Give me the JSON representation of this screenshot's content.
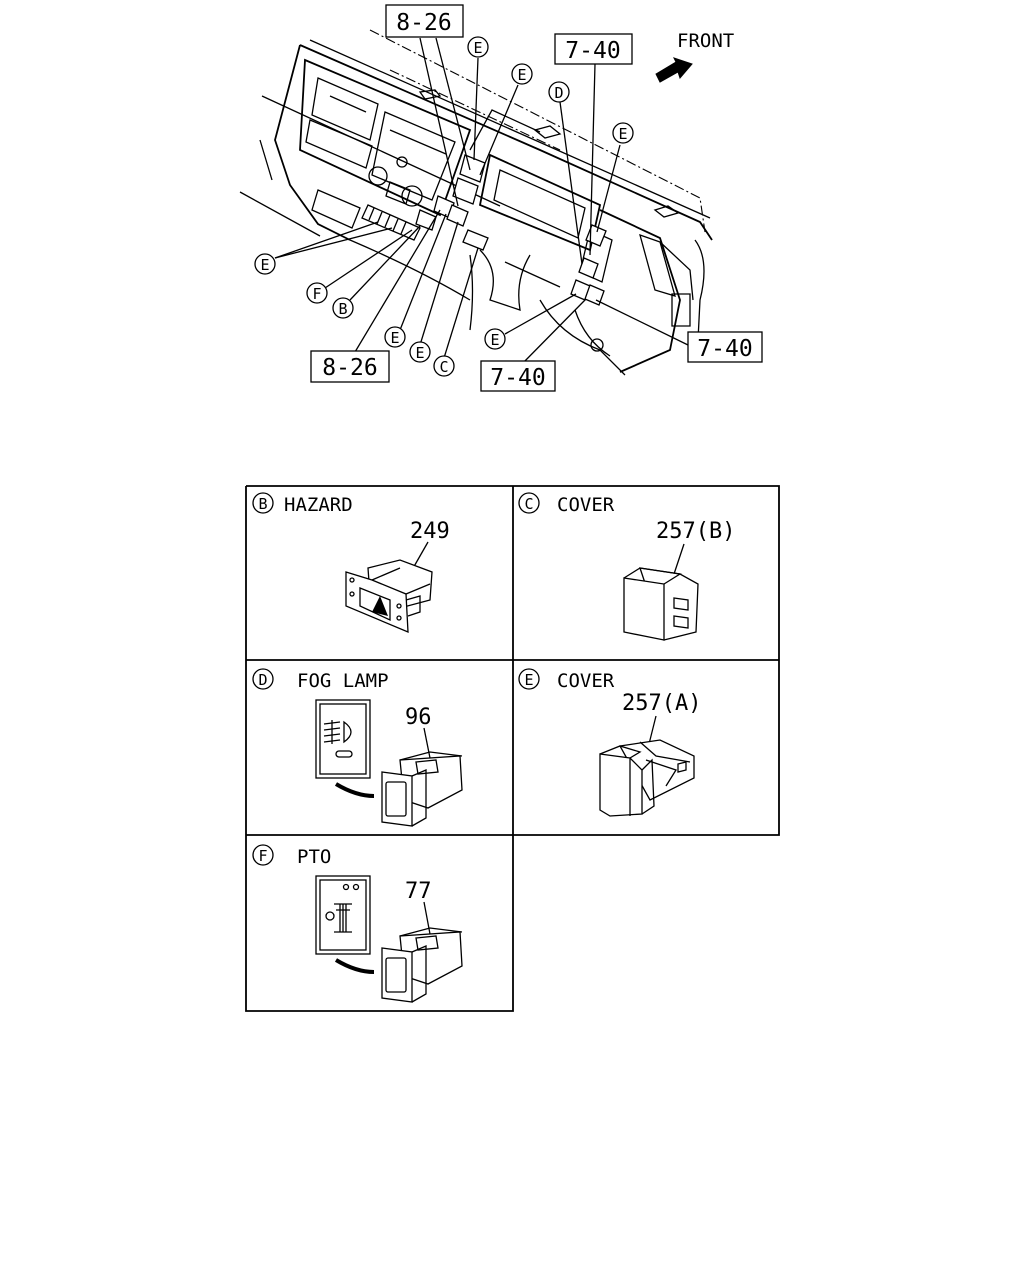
{
  "overview": {
    "front_label": "FRONT",
    "ref_boxes": [
      "8-26",
      "7-40",
      "7-40",
      "7-40",
      "8-26"
    ],
    "callouts": [
      "E",
      "E",
      "D",
      "E",
      "E",
      "F",
      "B",
      "E",
      "E",
      "C",
      "E"
    ]
  },
  "parts_table": {
    "cells": [
      {
        "letter": "B",
        "name": "HAZARD",
        "part_no": "249"
      },
      {
        "letter": "C",
        "name": "COVER",
        "part_no": "257(B)"
      },
      {
        "letter": "D",
        "name": "FOG LAMP",
        "part_no": "96"
      },
      {
        "letter": "E",
        "name": "COVER",
        "part_no": "257(A)"
      },
      {
        "letter": "F",
        "name": "PTO",
        "part_no": "77"
      }
    ]
  }
}
